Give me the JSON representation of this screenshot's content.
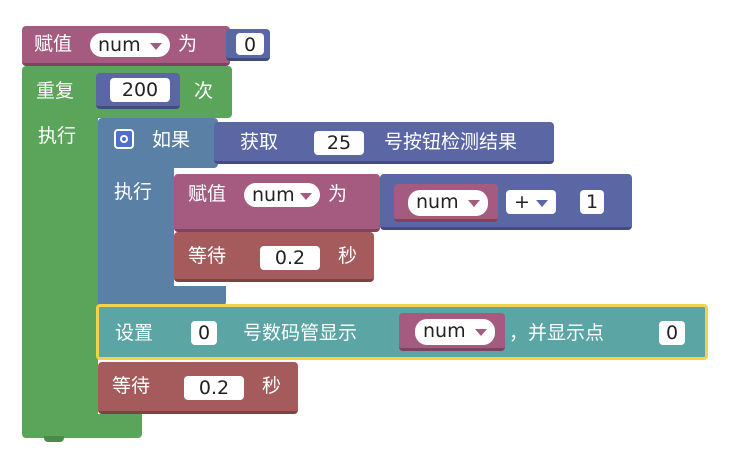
{
  "blocks": {
    "assign_num_0": {
      "label_set": "赋值",
      "var": "num",
      "label_to": "为",
      "value": "0"
    },
    "repeat": {
      "label_repeat": "重复",
      "count": "200",
      "label_times": "次",
      "label_do": "执行"
    },
    "if_block": {
      "label_if": "如果",
      "label_get": "获取",
      "pin": "25",
      "label_button_result": "号按钮检测结果",
      "label_do": "执行"
    },
    "assign_num_inc": {
      "label_set": "赋值",
      "var": "num",
      "label_to": "为",
      "math_var": "num",
      "operator": "+",
      "operand": "1"
    },
    "wait_inner": {
      "label_wait": "等待",
      "seconds": "0.2",
      "label_sec": "秒"
    },
    "display": {
      "label_set": "设置",
      "index": "0",
      "label_display": "号数码管显示",
      "var": "num",
      "label_dot": "，并显示点",
      "dot_value": "0"
    },
    "wait_outer": {
      "label_wait": "等待",
      "seconds": "0.2",
      "label_sec": "秒"
    }
  },
  "colors": {
    "variable": "#a55b80",
    "loop": "#5ba55b",
    "logic": "#5b80a5",
    "io": "#5ba5a5",
    "wait": "#a55b5b",
    "math": "#5b67a5",
    "highlight": "#f2d14b"
  }
}
